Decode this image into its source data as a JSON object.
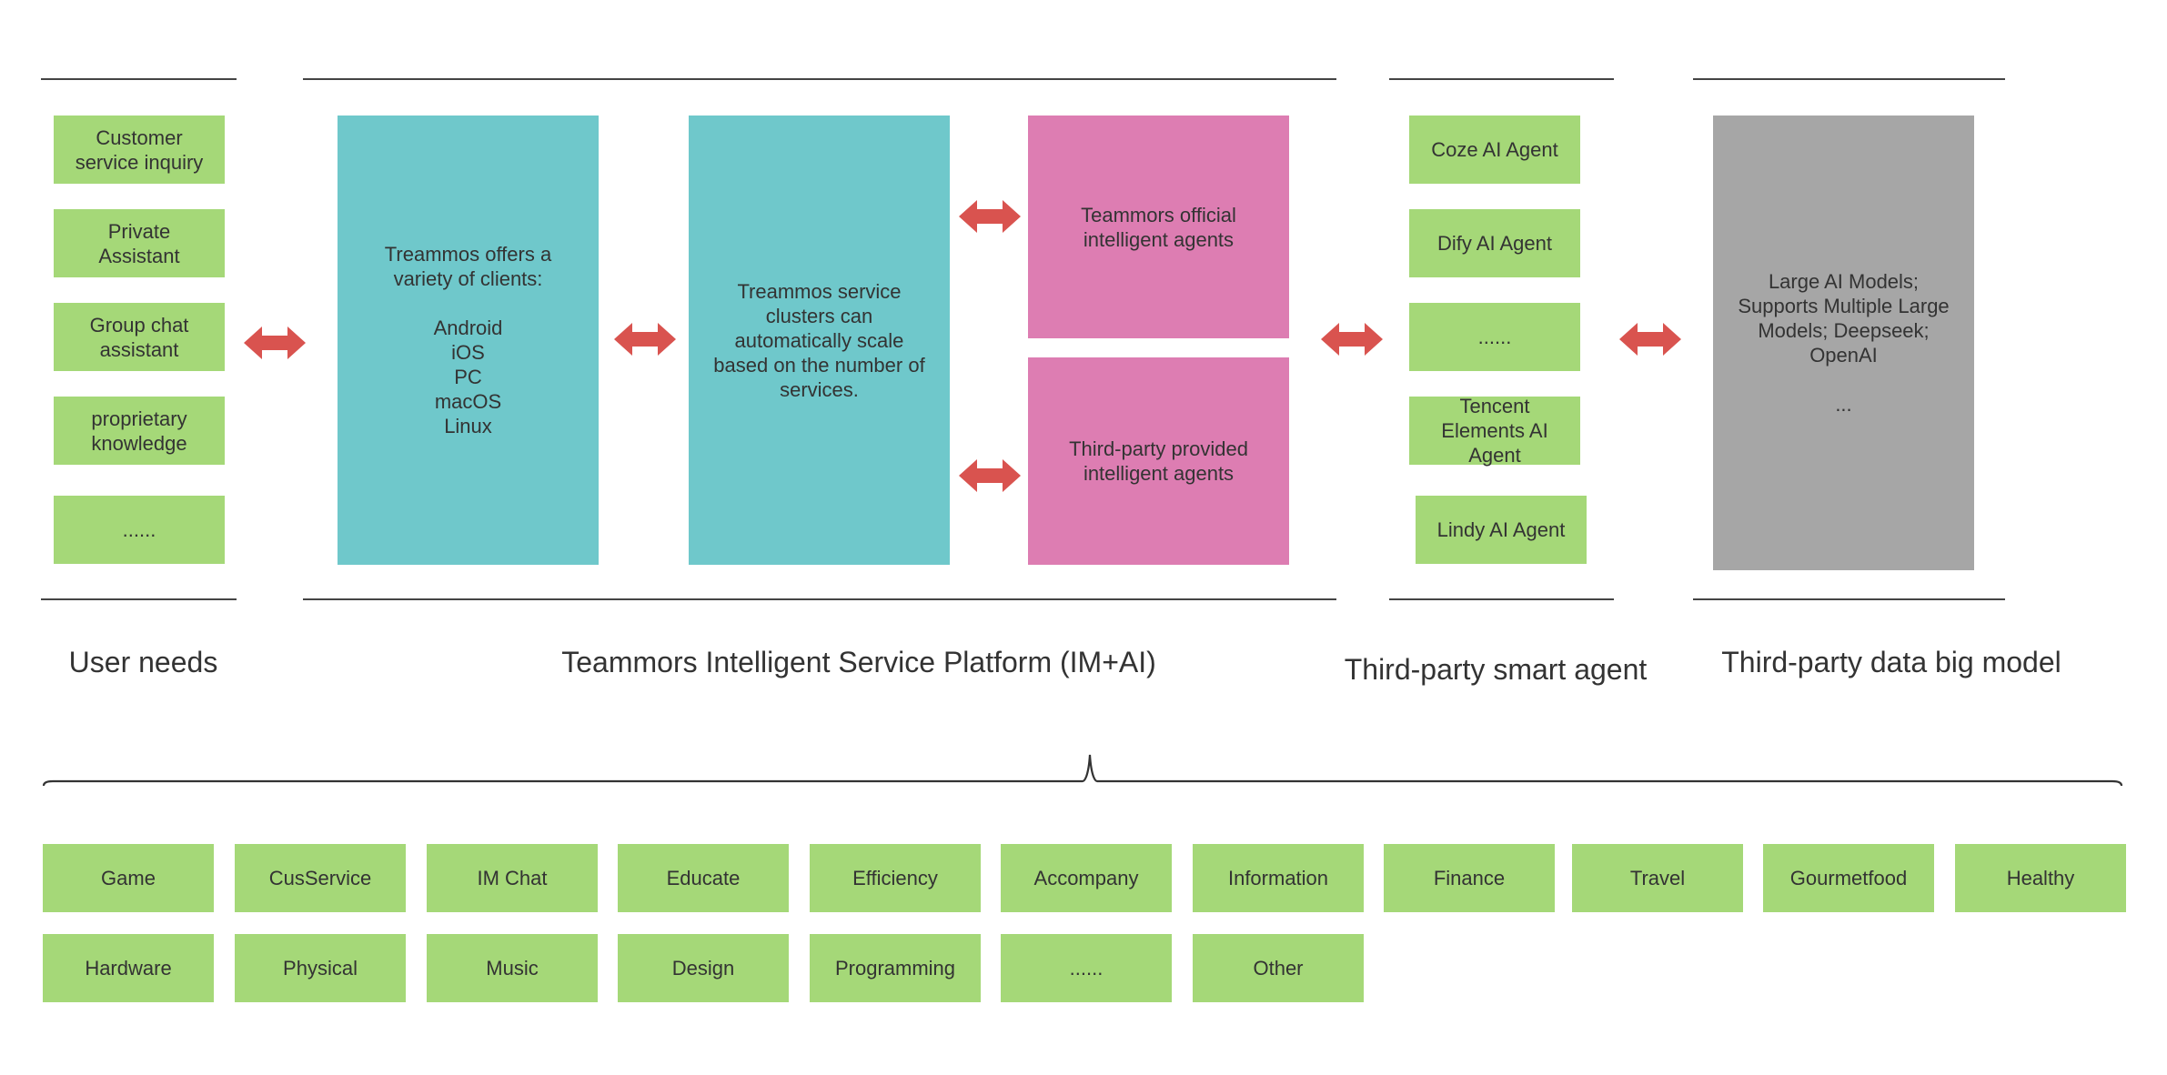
{
  "user_needs": {
    "items": [
      "Customer\nservice inquiry",
      "Private\nAssistant",
      "Group chat\nassistant",
      "proprietary\nknowledge",
      "......"
    ],
    "label": "User needs"
  },
  "platform": {
    "clients_text": "Treammos offers a\nvariety of clients:\n\nAndroid\niOS\nPC\nmacOS\nLinux",
    "cluster_text": "Treammos service\nclusters can\nautomatically scale\nbased on the number of\nservices.",
    "official_agents": "Teammors official\nintelligent agents",
    "third_party_agents": "Third-party provided\nintelligent agents",
    "label": "Teammors Intelligent Service Platform (IM+AI)"
  },
  "smart_agents": {
    "items": [
      "Coze AI Agent",
      "Dify AI Agent",
      "......",
      "Tencent\nElements AI\nAgent",
      "Lindy AI Agent"
    ],
    "label": "Third-party smart agent"
  },
  "big_model": {
    "text": "Large AI Models;\nSupports Multiple Large\nModels; Deepseek;\nOpenAI\n\n...",
    "label": "Third-party data big model"
  },
  "categories": {
    "row1": [
      "Game",
      "CusService",
      "IM Chat",
      "Educate",
      "Efficiency",
      "Accompany",
      "Information",
      "Finance",
      "Travel",
      "Gourmetfood",
      "Healthy"
    ],
    "row2": [
      "Hardware",
      "Physical",
      "Music",
      "Design",
      "Programming",
      "......",
      "Other"
    ]
  },
  "colors": {
    "green": "#a5d878",
    "teal": "#6fc8cb",
    "pink": "#dd7db2",
    "gray": "#a6a6a6",
    "arrow": "#d9534f",
    "line": "#444444"
  }
}
